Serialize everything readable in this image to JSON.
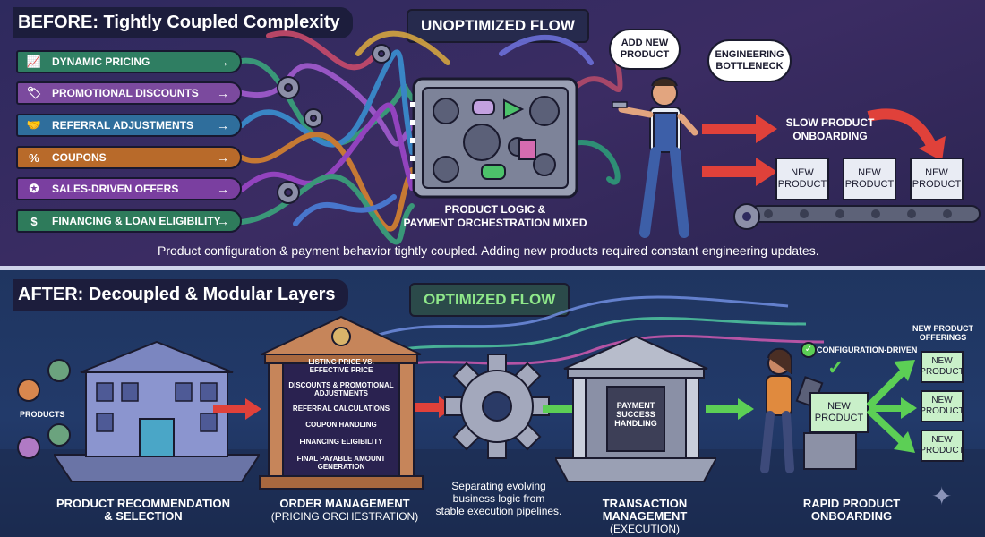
{
  "before": {
    "title": "BEFORE: Tightly Coupled Complexity",
    "flow_badge": "UNOPTIMIZED FLOW",
    "labels": [
      {
        "text": "DYNAMIC PRICING",
        "icon": "chart-up-icon",
        "color": "#2f7e62"
      },
      {
        "text": "PROMOTIONAL DISCOUNTS",
        "icon": "tag-icon",
        "color": "#7b4a9e"
      },
      {
        "text": "REFERRAL ADJUSTMENTS",
        "icon": "handshake-icon",
        "color": "#2f6e9c"
      },
      {
        "text": "COUPONS",
        "icon": "coupon-icon",
        "color": "#b86a2a"
      },
      {
        "text": "SALES-DRIVEN OFFERS",
        "icon": "percent-badge-icon",
        "color": "#7a3fa0"
      },
      {
        "text": "FINANCING & LOAN ELIGIBILITY",
        "icon": "hand-coin-icon",
        "color": "#2e7b5b"
      }
    ],
    "machine_label": "PRODUCT LOGIC &\nPAYMENT ORCHESTRATION MIXED",
    "cloud_add": "ADD NEW\nPRODUCT",
    "cloud_bottleneck": "ENGINEERING\nBOTTLENECK",
    "slow_onboarding": "SLOW PRODUCT\nONBOARDING",
    "new_product_cards": [
      "NEW\nPRODUCT",
      "NEW\nPRODUCT",
      "NEW\nPRODUCT"
    ],
    "caption": "Product configuration & payment behavior tightly coupled. Adding new products required constant engineering updates."
  },
  "after": {
    "title": "AFTER: Decoupled & Modular Layers",
    "flow_badge": "OPTIMIZED FLOW",
    "products_label": "PRODUCTS",
    "order_items": [
      "LISTING PRICE VS.\nEFFECTIVE PRICE",
      "DISCOUNTS & PROMOTIONAL\nADJUSTMENTS",
      "REFERRAL CALCULATIONS",
      "COUPON HANDLING",
      "FINANCING ELIGIBILITY",
      "FINAL PAYABLE AMOUNT\nGENERATION"
    ],
    "payment_box": "PAYMENT\nSUCCESS\nHANDLING",
    "config_driven": "CONFIGURATION-DRIVEN",
    "new_product_offerings": "NEW PRODUCT\nOFFERINGS",
    "center_product_card": "NEW\nPRODUCT",
    "offering_cards": [
      "NEW\nPRODUCT",
      "NEW\nPRODUCT",
      "NEW\nPRODUCT"
    ],
    "separating_text": "Separating evolving\nbusiness logic from\nstable execution pipelines.",
    "bottom_labels": [
      {
        "title": "PRODUCT RECOMMENDATION\n& SELECTION",
        "sub": ""
      },
      {
        "title": "ORDER MANAGEMENT",
        "sub": "(PRICING ORCHESTRATION)"
      },
      {
        "title": "TRANSACTION MANAGEMENT",
        "sub": "(EXECUTION)"
      },
      {
        "title": "RAPID PRODUCT\nONBOARDING",
        "sub": ""
      }
    ]
  },
  "colors": {
    "unoptimized_badge": "#262a4d",
    "optimized_badge": "#2b4a4a",
    "optimized_text": "#8fe88a",
    "arrow_red": "#e0413a",
    "arrow_green": "#5ccf55"
  }
}
